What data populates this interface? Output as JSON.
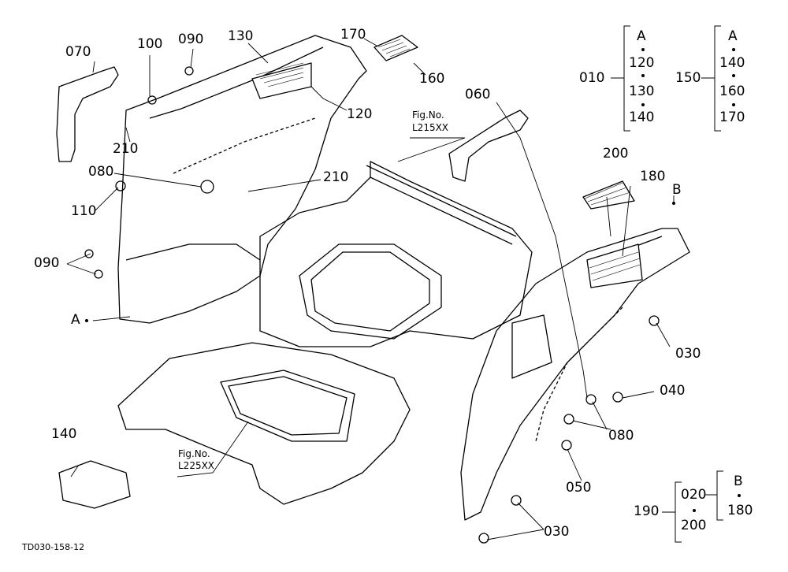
{
  "parts": {
    "p070": "070",
    "p100": "100",
    "p090a": "090",
    "p130": "130",
    "p170": "170",
    "p160": "160",
    "p120": "120",
    "p060": "060",
    "p210a": "210",
    "p080a": "080",
    "p210b": "210",
    "p110": "110",
    "p090b": "090",
    "pA_left": "A",
    "p200": "200",
    "p180": "180",
    "pB_right": "B",
    "p030a": "030",
    "p040": "040",
    "p080b": "080",
    "p050": "050",
    "p030b": "030",
    "p140": "140"
  },
  "figrefs": {
    "top_label": "Fig.No.",
    "top_code": "L215XX",
    "bottom_label": "Fig.No.",
    "bottom_code": "L225XX"
  },
  "sets": {
    "set010": {
      "parent": "010",
      "items": [
        "A",
        "120",
        "130",
        "140"
      ]
    },
    "set150": {
      "parent": "150",
      "items": [
        "A",
        "140",
        "160",
        "170"
      ]
    },
    "set190": {
      "parent": "190",
      "items": [
        "020",
        "200"
      ],
      "sub": {
        "items": [
          "B",
          "180"
        ]
      }
    }
  },
  "footer": {
    "code": "TD030-158-12"
  }
}
